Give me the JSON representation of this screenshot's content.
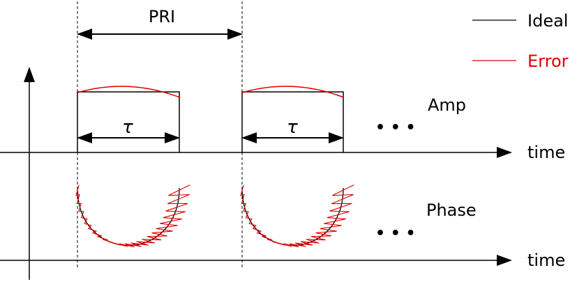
{
  "legend": {
    "ideal": "Ideal",
    "error": "Error",
    "ideal_color": "#000000",
    "error_color": "#e00000"
  },
  "labels": {
    "pri": "PRI",
    "tau": "τ",
    "amp": "Amp",
    "phase": "Phase",
    "time_axis": "time",
    "continuation": "• • •"
  }
}
